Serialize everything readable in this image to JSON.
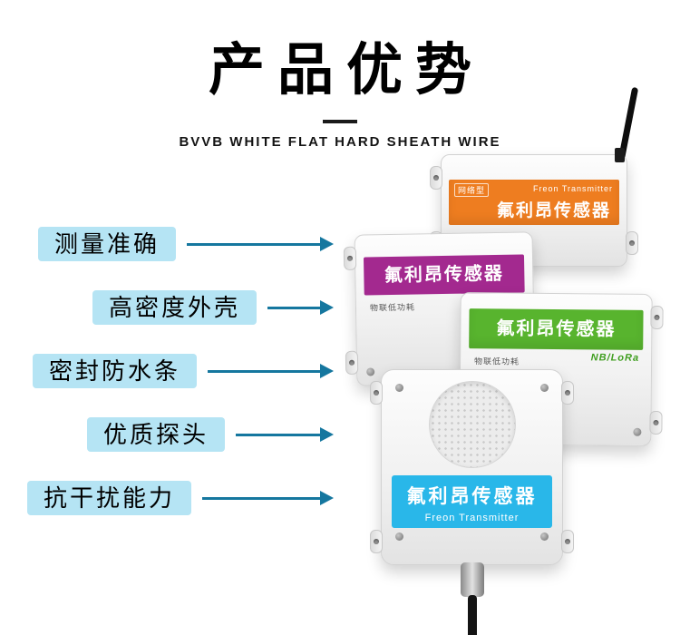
{
  "header": {
    "title": "产品优势",
    "subtitle": "BVVB WHITE FLAT HARD SHEATH WIRE"
  },
  "features": [
    {
      "label": "测量准确"
    },
    {
      "label": "高密度外壳"
    },
    {
      "label": "密封防水条"
    },
    {
      "label": "优质探头"
    },
    {
      "label": "抗干扰能力"
    }
  ],
  "products": {
    "orange": {
      "type_tag": "网络型",
      "model_en": "Freon Transmitter",
      "name": "氟利昂传感器",
      "band_color": "#ee7d20"
    },
    "purple": {
      "name": "氟利昂传感器",
      "power_tag": "物联低功耗",
      "band_color": "#a3298f"
    },
    "green": {
      "name": "氟利昂传感器",
      "protocol": "NB/LoRa",
      "power_tag": "物联低功耗",
      "band_color": "#58b42e"
    },
    "front": {
      "name": "氟利昂传感器",
      "model_en": "Freon Transmitter",
      "band_color": "#29b7e9"
    }
  },
  "colors": {
    "feature_pill_bg": "#b5e4f4",
    "arrow": "#15779f"
  }
}
